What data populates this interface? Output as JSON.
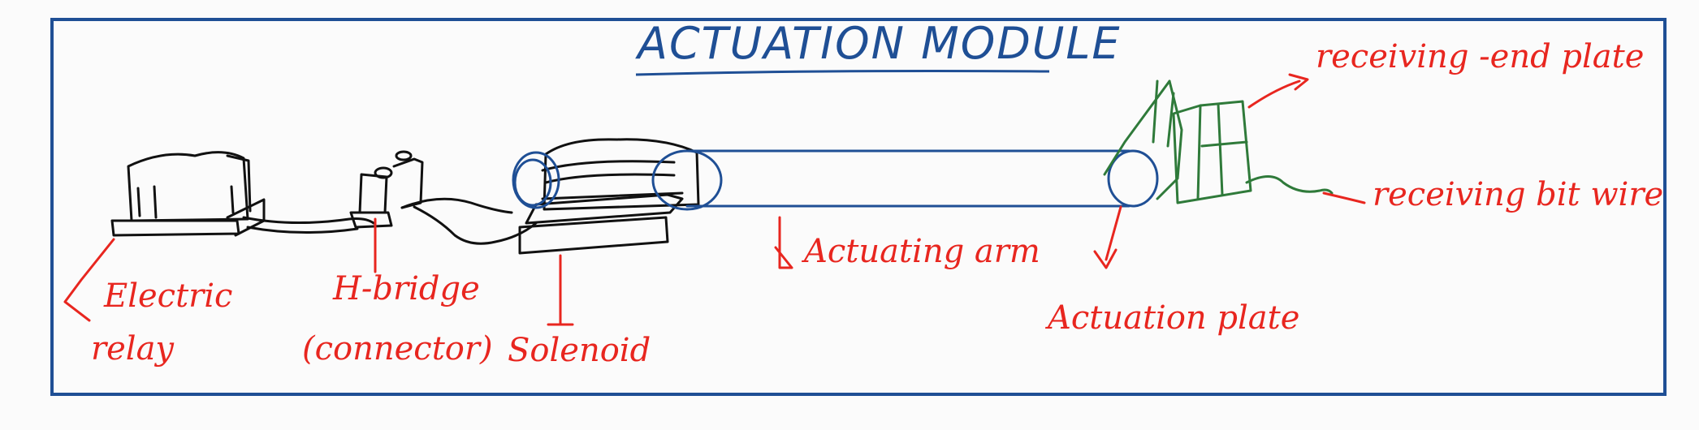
{
  "title": "ACTUATION MODULE",
  "labels": {
    "electric_relay_line1": "Electric",
    "electric_relay_line2": "relay",
    "h_bridge_line1": "H-bridge",
    "h_bridge_line2": "(connector)",
    "solenoid": "Solenoid",
    "actuating_arm": "Actuating arm",
    "actuation_plate": "Actuation plate",
    "receiving_end_plate": "receiving -end plate",
    "receiving_bit_wire": "receiving bit wire"
  },
  "colors": {
    "frame": "#1f4f95",
    "sketch_black": "#111111",
    "annotation_red": "#e8261f",
    "receiver_green": "#2f7a3a"
  }
}
